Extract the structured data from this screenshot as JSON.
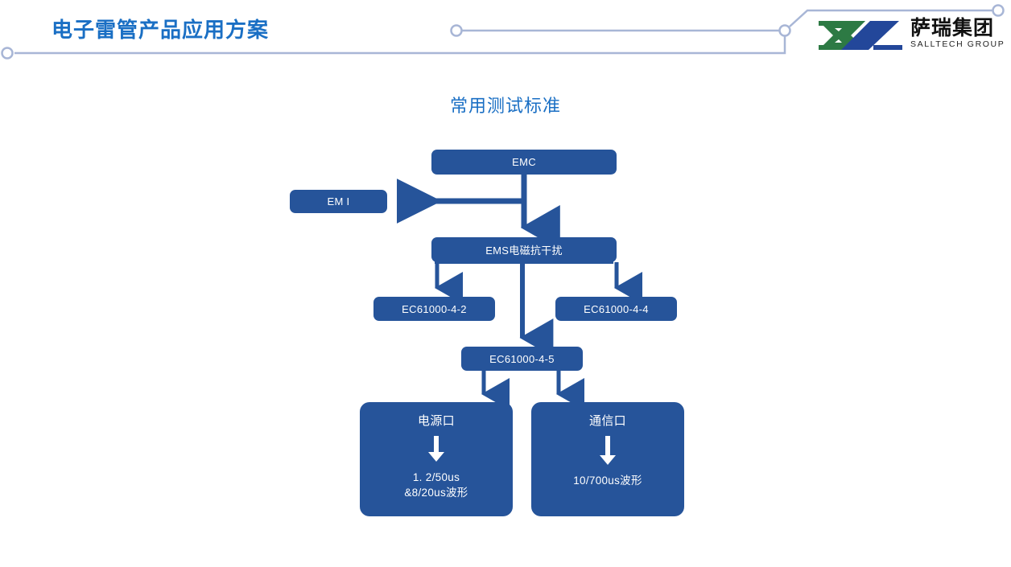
{
  "header": {
    "title": "电子雷管产品应用方案",
    "title_color": "#1a6fc4",
    "deco_color": "#a8b6d6"
  },
  "logo": {
    "name_cn": "萨瑞集团",
    "name_en": "SALLTECH GROUP",
    "green": "#2d7a44",
    "blue": "#23479a"
  },
  "slide": {
    "title": "常用测试标准",
    "title_color": "#1a6fc4"
  },
  "diagram": {
    "node_fill": "#26549A",
    "edge_color": "#26549A",
    "nodes": {
      "emc": "EMC",
      "emi": "EM I",
      "ems": "EMS电磁抗干扰",
      "ec61000_4_2": "EC61000-4-2",
      "ec61000_4_4": "EC61000-4-4",
      "ec61000_4_5": "EC61000-4-5",
      "power_port": {
        "label": "电源口",
        "wave_line1": "1. 2/50us",
        "wave_line2": "&8/20us波形"
      },
      "comm_port": {
        "label": "通信口",
        "wave_line1": "10/700us波形"
      }
    }
  }
}
